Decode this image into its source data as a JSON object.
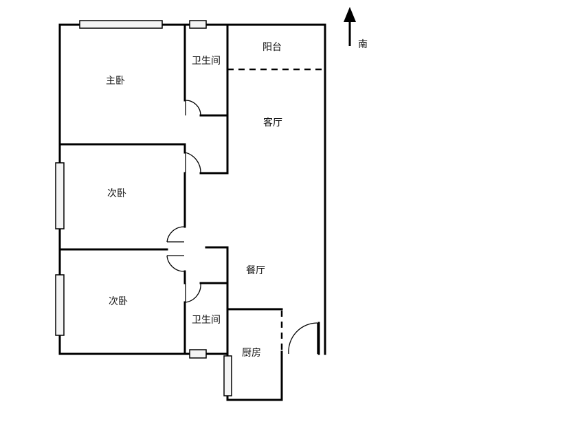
{
  "rooms": {
    "master_bedroom": "主卧",
    "bathroom_top": "卫生间",
    "balcony": "阳台",
    "living_room": "客厅",
    "second_bedroom_top": "次卧",
    "second_bedroom_bottom": "次卧",
    "dining_room": "餐厅",
    "bathroom_bottom": "卫生间",
    "kitchen": "厨房"
  },
  "compass": {
    "label": "南",
    "icon": "north-arrow-icon"
  },
  "colors": {
    "wall": "#000000",
    "background": "#ffffff",
    "window_fill": "#f4f4f4"
  }
}
